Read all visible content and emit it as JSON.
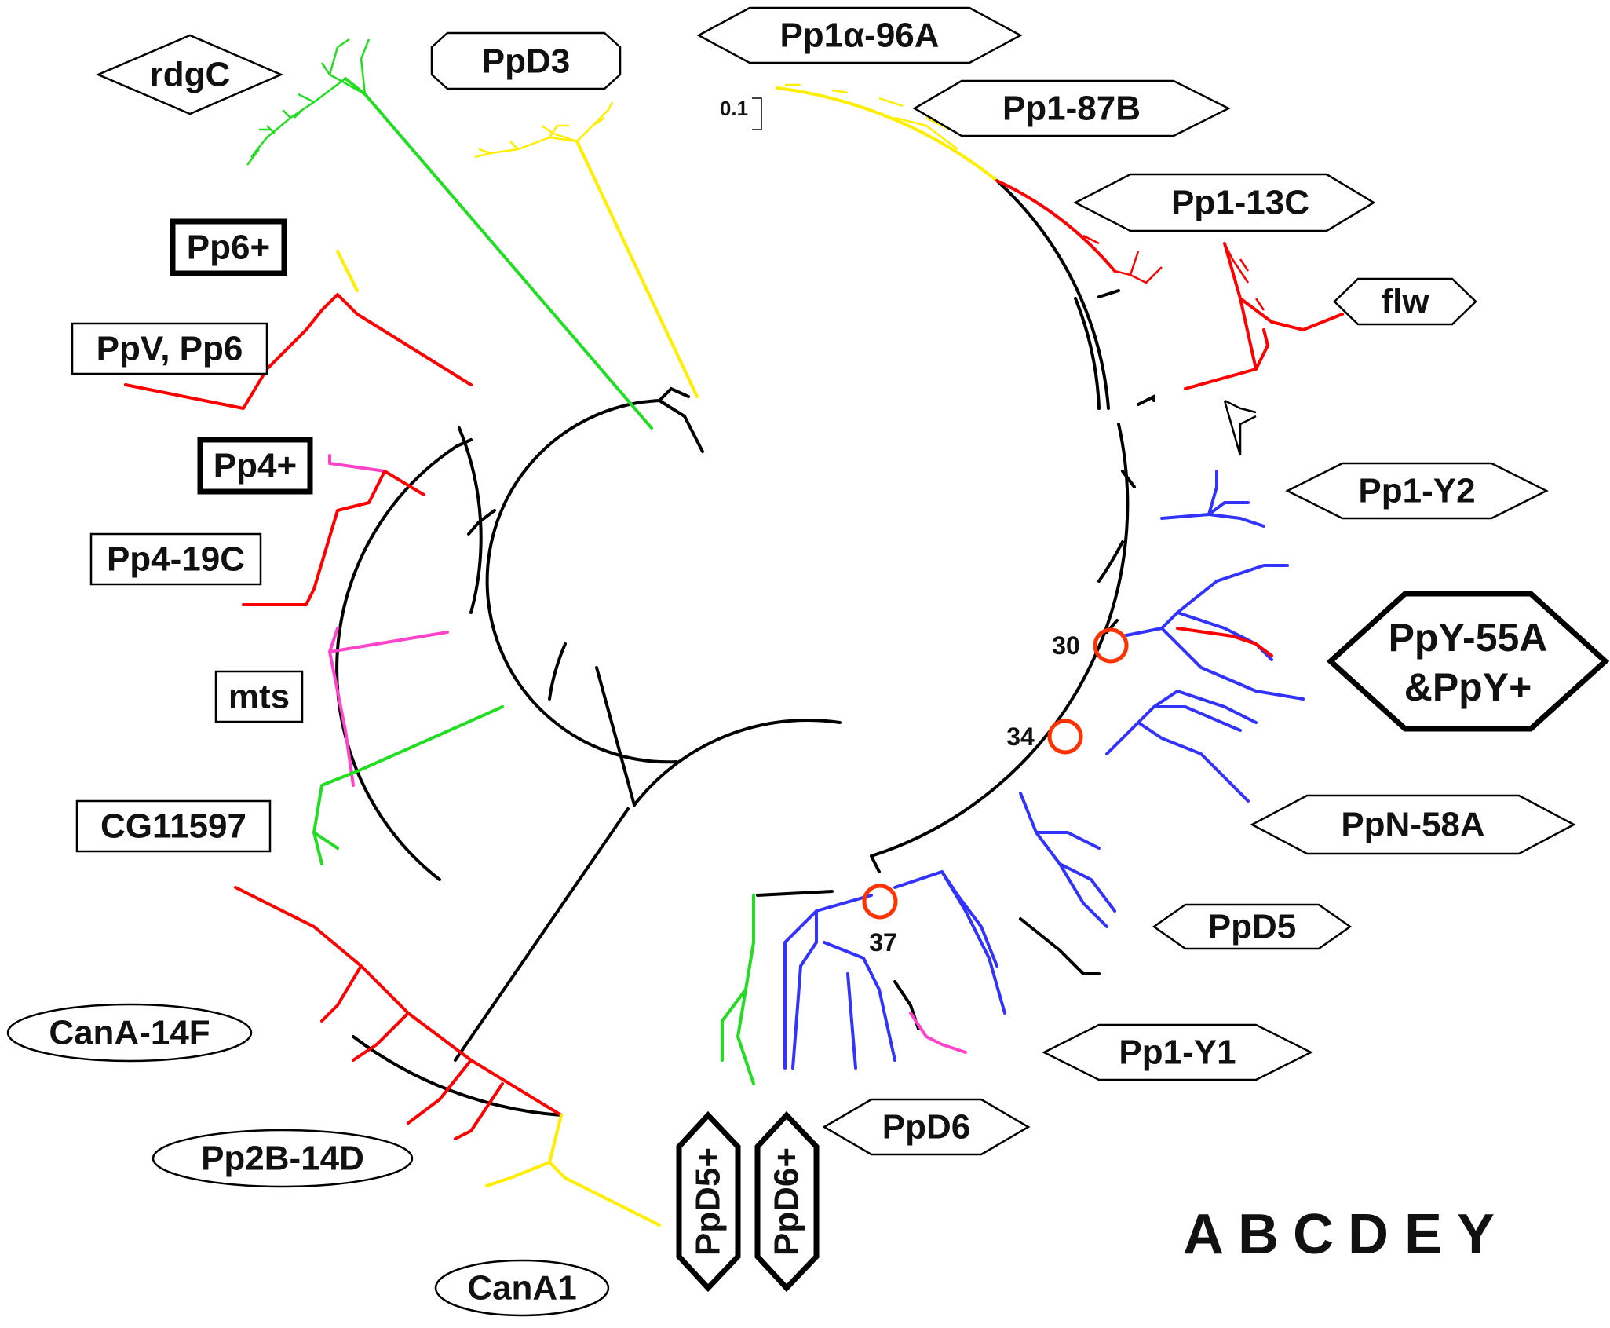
{
  "scale_bar_label": "0.1",
  "legend": {
    "A": {
      "text": "A",
      "color": "#ff0000"
    },
    "B": {
      "text": "B",
      "color": "#ff44cc"
    },
    "C": {
      "text": "C",
      "color": "#3333ff"
    },
    "D": {
      "text": "D",
      "color": "#22dd22"
    },
    "E": {
      "text": "E",
      "color": "#ffcc00"
    },
    "Y": {
      "text": "Y",
      "color": "#000000"
    }
  },
  "node_labels": [
    "30",
    "34",
    "37"
  ],
  "gene_labels": {
    "rdgC": "rdgC",
    "PpD3": "PpD3",
    "Pp1a96A": "Pp1α-96A",
    "Pp187B": "Pp1-87B",
    "Pp113C": "Pp1-13C",
    "flw": "flw",
    "Pp1Y2": "Pp1-Y2",
    "PpY55A_1": "PpY-55A",
    "PpY55A_2": "&PpY+",
    "PpN58A": "PpN-58A",
    "PpD5": "PpD5",
    "Pp1Y1": "Pp1-Y1",
    "PpD6": "PpD6",
    "PpD5plus": "PpD5+",
    "PpD6plus": "PpD6+",
    "CanA1": "CanA1",
    "Pp2B14D": "Pp2B-14D",
    "CanA14F": "CanA-14F",
    "CG11597": "CG11597",
    "mts": "mts",
    "Pp419C": "Pp4-19C",
    "Pp4plus": "Pp4+",
    "PpVPp6": "PpV, Pp6",
    "Pp6plus": "Pp6+"
  }
}
